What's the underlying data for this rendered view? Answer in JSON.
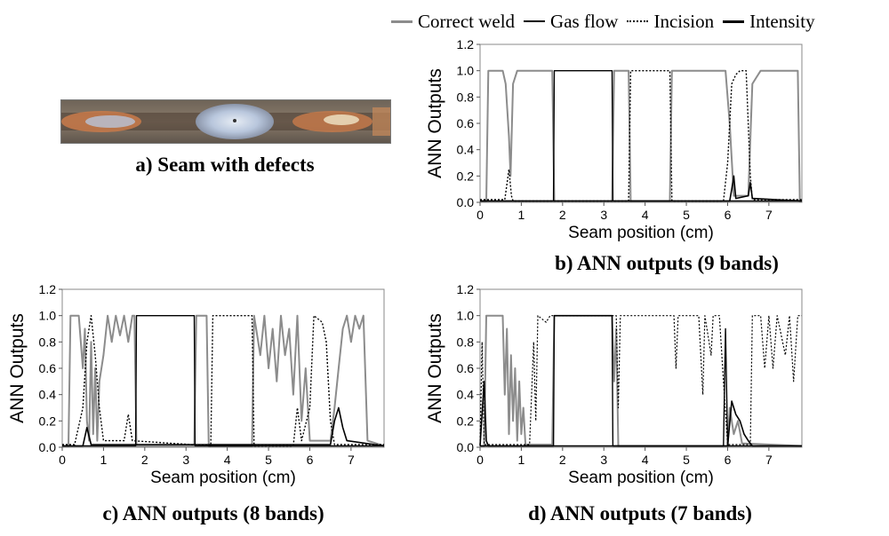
{
  "legend": {
    "entries": [
      {
        "label": "Correct weld",
        "color": "#8c8c8c",
        "style": "solid"
      },
      {
        "label": "Gas flow",
        "color": "#000000",
        "style": "solid"
      },
      {
        "label": "Incision",
        "color": "#000000",
        "style": "dotted"
      },
      {
        "label": "Intensity",
        "color": "#000000",
        "style": "solid"
      }
    ]
  },
  "photo": {
    "caption": "a) Seam with defects",
    "colors": {
      "metal": "#8a7a6a",
      "copper": "#c97a4a",
      "defect": "#b8c6dc",
      "dark": "#4a3c32"
    }
  },
  "chart_data": [
    {
      "type": "line",
      "caption": "b) ANN outputs (9 bands)",
      "xlabel": "Seam position (cm)",
      "ylabel": "ANN Outputs",
      "xlim": [
        0,
        7.8
      ],
      "ylim": [
        0,
        1.2
      ],
      "xticks": [
        "0",
        "1",
        "2",
        "3",
        "4",
        "5",
        "6",
        "7"
      ],
      "yticks": [
        "0.0",
        "0.2",
        "0.4",
        "0.6",
        "0.8",
        "1.0",
        "1.2"
      ],
      "series": [
        {
          "name": "Correct weld",
          "color": "#8c8c8c",
          "dash": "",
          "width": 2,
          "points": [
            [
              0,
              0.01
            ],
            [
              0.15,
              0.01
            ],
            [
              0.2,
              1.0
            ],
            [
              0.55,
              1.0
            ],
            [
              0.62,
              0.9
            ],
            [
              0.7,
              0.5
            ],
            [
              0.74,
              0.2
            ],
            [
              0.8,
              0.9
            ],
            [
              0.9,
              1.0
            ],
            [
              1.75,
              1.0
            ],
            [
              1.8,
              0.01
            ],
            [
              3.2,
              0.01
            ],
            [
              3.25,
              1.0
            ],
            [
              3.6,
              1.0
            ],
            [
              3.65,
              0.01
            ],
            [
              4.6,
              0.01
            ],
            [
              4.65,
              1.0
            ],
            [
              5.95,
              1.0
            ],
            [
              6.05,
              0.6
            ],
            [
              6.15,
              0.05
            ],
            [
              6.5,
              0.05
            ],
            [
              6.6,
              0.9
            ],
            [
              6.7,
              0.95
            ],
            [
              6.8,
              1.0
            ],
            [
              7.7,
              1.0
            ],
            [
              7.75,
              0.01
            ],
            [
              7.8,
              0.01
            ]
          ]
        },
        {
          "name": "Gas flow",
          "color": "#000000",
          "dash": "",
          "width": 1.4,
          "points": [
            [
              0,
              0.01
            ],
            [
              1.78,
              0.01
            ],
            [
              1.8,
              1.0
            ],
            [
              3.2,
              1.0
            ],
            [
              3.22,
              0.01
            ],
            [
              7.8,
              0.01
            ]
          ]
        },
        {
          "name": "Incision",
          "color": "#000000",
          "dash": "2,2",
          "width": 1.4,
          "points": [
            [
              0,
              0.02
            ],
            [
              0.6,
              0.02
            ],
            [
              0.7,
              0.25
            ],
            [
              0.76,
              0.05
            ],
            [
              0.8,
              0.01
            ],
            [
              3.6,
              0.01
            ],
            [
              3.65,
              1.0
            ],
            [
              4.6,
              1.0
            ],
            [
              4.65,
              0.01
            ],
            [
              5.9,
              0.01
            ],
            [
              6.0,
              0.3
            ],
            [
              6.1,
              0.9
            ],
            [
              6.2,
              0.97
            ],
            [
              6.3,
              1.0
            ],
            [
              6.45,
              1.0
            ],
            [
              6.55,
              0.2
            ],
            [
              6.6,
              0.02
            ],
            [
              7.8,
              0.02
            ]
          ]
        },
        {
          "name": "Intensity",
          "color": "#000000",
          "dash": "",
          "width": 1.6,
          "points": [
            [
              0,
              0.01
            ],
            [
              6.05,
              0.01
            ],
            [
              6.1,
              0.1
            ],
            [
              6.15,
              0.2
            ],
            [
              6.2,
              0.03
            ],
            [
              6.5,
              0.05
            ],
            [
              6.55,
              0.15
            ],
            [
              6.6,
              0.03
            ],
            [
              7.8,
              0.01
            ]
          ]
        }
      ]
    },
    {
      "type": "line",
      "caption": "c) ANN outputs (8 bands)",
      "xlabel": "Seam position (cm)",
      "ylabel": "ANN Outputs",
      "xlim": [
        0,
        7.8
      ],
      "ylim": [
        0,
        1.2
      ],
      "xticks": [
        "0",
        "1",
        "2",
        "3",
        "4",
        "5",
        "6",
        "7"
      ],
      "yticks": [
        "0.0",
        "0.2",
        "0.4",
        "0.6",
        "0.8",
        "1.0",
        "1.2"
      ],
      "series": [
        {
          "name": "Correct weld",
          "color": "#8c8c8c",
          "dash": "",
          "width": 2,
          "points": [
            [
              0,
              0.01
            ],
            [
              0.15,
              0.01
            ],
            [
              0.2,
              1.0
            ],
            [
              0.4,
              1.0
            ],
            [
              0.5,
              0.6
            ],
            [
              0.55,
              0.9
            ],
            [
              0.6,
              0.2
            ],
            [
              0.65,
              0.05
            ],
            [
              0.7,
              0.8
            ],
            [
              0.75,
              0.1
            ],
            [
              0.8,
              0.6
            ],
            [
              0.85,
              0.05
            ],
            [
              0.9,
              0.5
            ],
            [
              1.0,
              0.7
            ],
            [
              1.1,
              1.0
            ],
            [
              1.2,
              0.8
            ],
            [
              1.3,
              1.0
            ],
            [
              1.4,
              0.85
            ],
            [
              1.5,
              1.0
            ],
            [
              1.6,
              0.8
            ],
            [
              1.7,
              1.0
            ],
            [
              1.75,
              1.0
            ],
            [
              1.8,
              0.01
            ],
            [
              3.2,
              0.01
            ],
            [
              3.25,
              1.0
            ],
            [
              3.5,
              1.0
            ],
            [
              3.55,
              0.01
            ],
            [
              4.6,
              0.01
            ],
            [
              4.65,
              1.0
            ],
            [
              4.8,
              0.7
            ],
            [
              4.9,
              1.0
            ],
            [
              5.0,
              0.6
            ],
            [
              5.1,
              0.9
            ],
            [
              5.2,
              0.5
            ],
            [
              5.3,
              1.0
            ],
            [
              5.4,
              0.7
            ],
            [
              5.5,
              0.9
            ],
            [
              5.6,
              0.4
            ],
            [
              5.7,
              1.0
            ],
            [
              5.8,
              0.2
            ],
            [
              5.9,
              0.6
            ],
            [
              6.0,
              0.05
            ],
            [
              6.5,
              0.05
            ],
            [
              6.6,
              0.3
            ],
            [
              6.7,
              0.6
            ],
            [
              6.8,
              0.9
            ],
            [
              6.9,
              1.0
            ],
            [
              7.0,
              0.8
            ],
            [
              7.1,
              1.0
            ],
            [
              7.2,
              0.9
            ],
            [
              7.3,
              1.0
            ],
            [
              7.4,
              0.05
            ],
            [
              7.8,
              0.01
            ]
          ]
        },
        {
          "name": "Gas flow",
          "color": "#000000",
          "dash": "",
          "width": 1.4,
          "points": [
            [
              0,
              0.01
            ],
            [
              1.78,
              0.01
            ],
            [
              1.8,
              1.0
            ],
            [
              3.2,
              1.0
            ],
            [
              3.22,
              0.01
            ],
            [
              7.8,
              0.01
            ]
          ]
        },
        {
          "name": "Incision",
          "color": "#000000",
          "dash": "2,2",
          "width": 1.4,
          "points": [
            [
              0,
              0.02
            ],
            [
              0.3,
              0.02
            ],
            [
              0.5,
              0.3
            ],
            [
              0.6,
              0.8
            ],
            [
              0.7,
              1.0
            ],
            [
              0.8,
              0.7
            ],
            [
              0.9,
              0.3
            ],
            [
              1.0,
              0.05
            ],
            [
              1.5,
              0.05
            ],
            [
              1.6,
              0.25
            ],
            [
              1.7,
              0.05
            ],
            [
              3.6,
              0.01
            ],
            [
              3.65,
              1.0
            ],
            [
              4.6,
              1.0
            ],
            [
              4.65,
              0.01
            ],
            [
              5.6,
              0.01
            ],
            [
              5.7,
              0.3
            ],
            [
              5.8,
              0.05
            ],
            [
              6.0,
              0.3
            ],
            [
              6.1,
              1.0
            ],
            [
              6.3,
              0.95
            ],
            [
              6.4,
              0.8
            ],
            [
              6.5,
              0.2
            ],
            [
              6.6,
              0.02
            ],
            [
              7.8,
              0.02
            ]
          ]
        },
        {
          "name": "Intensity",
          "color": "#000000",
          "dash": "",
          "width": 1.6,
          "points": [
            [
              0,
              0.01
            ],
            [
              0.5,
              0.01
            ],
            [
              0.6,
              0.15
            ],
            [
              0.7,
              0.02
            ],
            [
              6.5,
              0.02
            ],
            [
              6.6,
              0.2
            ],
            [
              6.7,
              0.3
            ],
            [
              6.8,
              0.15
            ],
            [
              6.9,
              0.05
            ],
            [
              7.8,
              0.01
            ]
          ]
        }
      ]
    },
    {
      "type": "line",
      "caption": "d) ANN outputs (7 bands)",
      "xlabel": "Seam position (cm)",
      "ylabel": "ANN Outputs",
      "xlim": [
        0,
        7.8
      ],
      "ylim": [
        0,
        1.2
      ],
      "xticks": [
        "0",
        "1",
        "2",
        "3",
        "4",
        "5",
        "6",
        "7"
      ],
      "yticks": [
        "0.0",
        "0.2",
        "0.4",
        "0.6",
        "0.8",
        "1.0",
        "1.2"
      ],
      "series": [
        {
          "name": "Correct weld",
          "color": "#8c8c8c",
          "dash": "",
          "width": 2,
          "points": [
            [
              0,
              0.01
            ],
            [
              0.1,
              0.01
            ],
            [
              0.15,
              1.0
            ],
            [
              0.55,
              1.0
            ],
            [
              0.6,
              0.4
            ],
            [
              0.65,
              0.9
            ],
            [
              0.7,
              0.1
            ],
            [
              0.75,
              0.7
            ],
            [
              0.8,
              0.2
            ],
            [
              0.85,
              0.6
            ],
            [
              0.9,
              0.05
            ],
            [
              0.95,
              0.5
            ],
            [
              1.0,
              0.1
            ],
            [
              1.05,
              0.3
            ],
            [
              1.1,
              0.02
            ],
            [
              1.75,
              0.02
            ],
            [
              1.8,
              1.0
            ],
            [
              3.2,
              1.0
            ],
            [
              3.25,
              0.5
            ],
            [
              3.3,
              0.9
            ],
            [
              3.35,
              0.01
            ],
            [
              6.0,
              0.01
            ],
            [
              6.05,
              0.3
            ],
            [
              6.15,
              0.1
            ],
            [
              6.25,
              0.2
            ],
            [
              6.35,
              0.03
            ],
            [
              7.8,
              0.01
            ]
          ]
        },
        {
          "name": "Gas flow",
          "color": "#000000",
          "dash": "",
          "width": 1.4,
          "points": [
            [
              0,
              0.01
            ],
            [
              1.78,
              0.01
            ],
            [
              1.8,
              1.0
            ],
            [
              3.2,
              1.0
            ],
            [
              3.22,
              0.01
            ],
            [
              5.9,
              0.01
            ],
            [
              5.95,
              0.9
            ],
            [
              6.0,
              0.01
            ],
            [
              7.8,
              0.01
            ]
          ]
        },
        {
          "name": "Incision",
          "color": "#000000",
          "dash": "2,2",
          "width": 1.2,
          "points": [
            [
              0,
              0.02
            ],
            [
              0.05,
              0.8
            ],
            [
              0.1,
              0.02
            ],
            [
              1.2,
              0.02
            ],
            [
              1.3,
              0.8
            ],
            [
              1.35,
              0.2
            ],
            [
              1.4,
              1.0
            ],
            [
              1.6,
              0.95
            ],
            [
              1.7,
              1.0
            ],
            [
              3.3,
              1.0
            ],
            [
              3.35,
              0.3
            ],
            [
              3.4,
              1.0
            ],
            [
              4.7,
              1.0
            ],
            [
              4.75,
              0.6
            ],
            [
              4.8,
              1.0
            ],
            [
              5.3,
              1.0
            ],
            [
              5.4,
              0.4
            ],
            [
              5.45,
              1.0
            ],
            [
              5.6,
              0.7
            ],
            [
              5.65,
              1.0
            ],
            [
              5.8,
              1.0
            ],
            [
              5.9,
              0.5
            ],
            [
              6.0,
              0.02
            ],
            [
              6.55,
              0.02
            ],
            [
              6.6,
              1.0
            ],
            [
              6.8,
              1.0
            ],
            [
              6.9,
              0.6
            ],
            [
              7.0,
              1.0
            ],
            [
              7.1,
              0.6
            ],
            [
              7.2,
              1.0
            ],
            [
              7.4,
              0.7
            ],
            [
              7.5,
              1.0
            ],
            [
              7.6,
              0.5
            ],
            [
              7.7,
              1.0
            ],
            [
              7.8,
              1.0
            ]
          ]
        },
        {
          "name": "Intensity",
          "color": "#000000",
          "dash": "",
          "width": 1.6,
          "points": [
            [
              0,
              0.01
            ],
            [
              0.1,
              0.5
            ],
            [
              0.15,
              0.05
            ],
            [
              0.2,
              0.01
            ],
            [
              6.0,
              0.01
            ],
            [
              6.1,
              0.35
            ],
            [
              6.2,
              0.25
            ],
            [
              6.3,
              0.2
            ],
            [
              6.4,
              0.1
            ],
            [
              6.5,
              0.05
            ],
            [
              6.6,
              0.01
            ],
            [
              7.8,
              0.01
            ]
          ]
        }
      ]
    }
  ]
}
